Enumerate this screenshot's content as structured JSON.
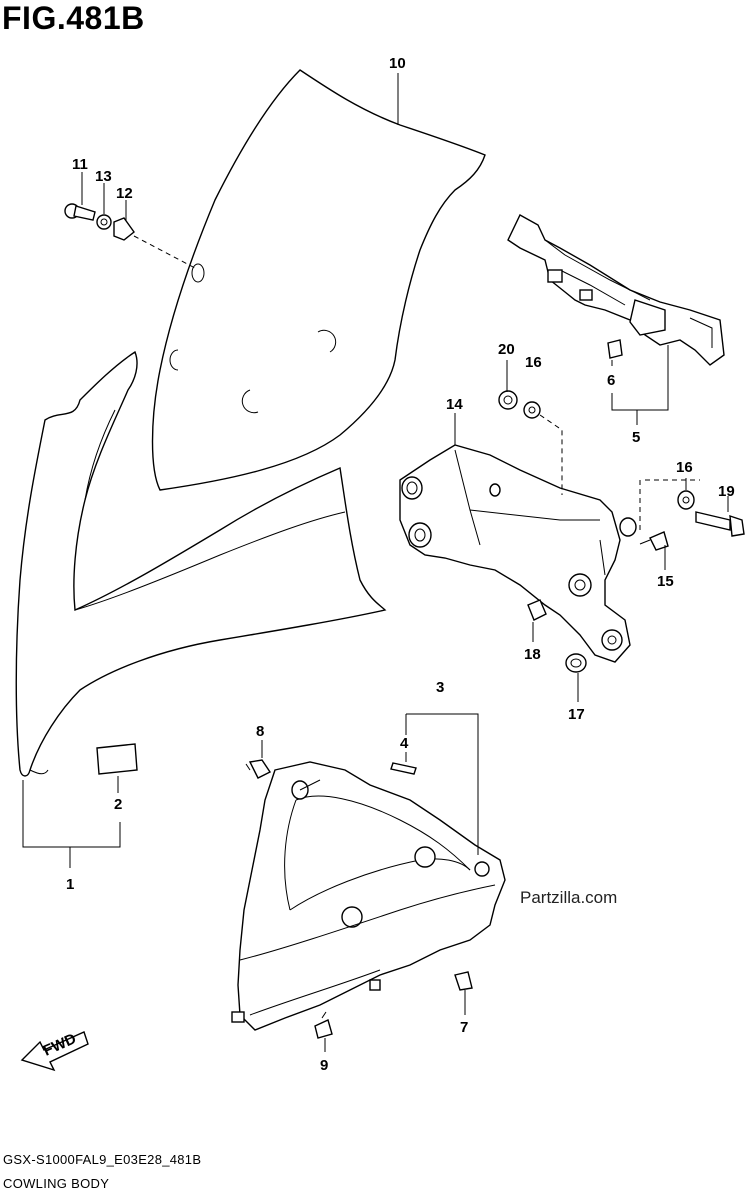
{
  "figure": {
    "title": "FIG.481B",
    "diagram_code": "GSX-S1000FAL9_E03E28_481B",
    "section_name": "COWLING BODY",
    "watermark": "Partzilla.com",
    "fwd_label": "FWD"
  },
  "callouts": [
    "1",
    "2",
    "3",
    "4",
    "5",
    "6",
    "7",
    "8",
    "9",
    "10",
    "11",
    "12",
    "13",
    "14",
    "15",
    "16",
    "17",
    "18",
    "19",
    "20"
  ],
  "callout_16_second": "16"
}
